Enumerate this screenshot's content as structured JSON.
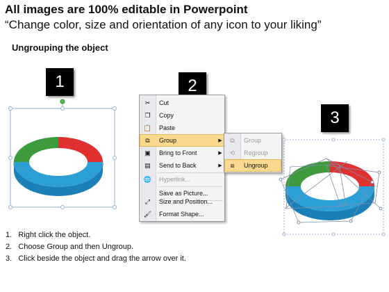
{
  "header": {
    "headline": "All images are 100% editable in Powerpoint",
    "subline": "“Change color, size and orientation of any icon to your liking”"
  },
  "section_title": "Ungrouping the object",
  "step_badges": [
    "1",
    "2",
    "3"
  ],
  "colors": {
    "red": "#e03030",
    "green": "#3d9a3d",
    "blue": "#2c9fd6",
    "highlight": "#fbd98f"
  },
  "context_menu": {
    "items": [
      {
        "label": "Cut",
        "icon": "scissors-icon",
        "disabled": false,
        "submenu": false
      },
      {
        "label": "Copy",
        "icon": "copy-icon",
        "disabled": false,
        "submenu": false
      },
      {
        "label": "Paste",
        "icon": "paste-icon",
        "disabled": false,
        "submenu": false
      },
      {
        "label": "Group",
        "icon": "group-icon",
        "disabled": false,
        "submenu": true,
        "highlighted": true
      },
      {
        "label": "Bring to Front",
        "icon": "bring-to-front-icon",
        "disabled": false,
        "submenu": true
      },
      {
        "label": "Send to Back",
        "icon": "send-to-back-icon",
        "disabled": false,
        "submenu": true
      },
      {
        "label": "Hyperlink...",
        "icon": "hyperlink-icon",
        "disabled": true,
        "submenu": false
      },
      {
        "label": "Save as Picture...",
        "icon": "",
        "disabled": false,
        "submenu": false
      },
      {
        "label": "Size and Position...",
        "icon": "size-position-icon",
        "disabled": false,
        "submenu": false
      },
      {
        "label": "Format Shape...",
        "icon": "format-shape-icon",
        "disabled": false,
        "submenu": false
      }
    ]
  },
  "group_submenu": {
    "items": [
      {
        "label": "Group",
        "icon": "group-icon",
        "disabled": true
      },
      {
        "label": "Regroup",
        "icon": "regroup-icon",
        "disabled": true
      },
      {
        "label": "Ungroup",
        "icon": "ungroup-icon",
        "disabled": false,
        "highlighted": true
      }
    ]
  },
  "instructions": [
    {
      "num": "1.",
      "text": "Right click the object."
    },
    {
      "num": "2.",
      "text": "Choose Group and then Ungroup."
    },
    {
      "num": "3.",
      "text": "Click beside the object and drag the arrow over it."
    }
  ]
}
